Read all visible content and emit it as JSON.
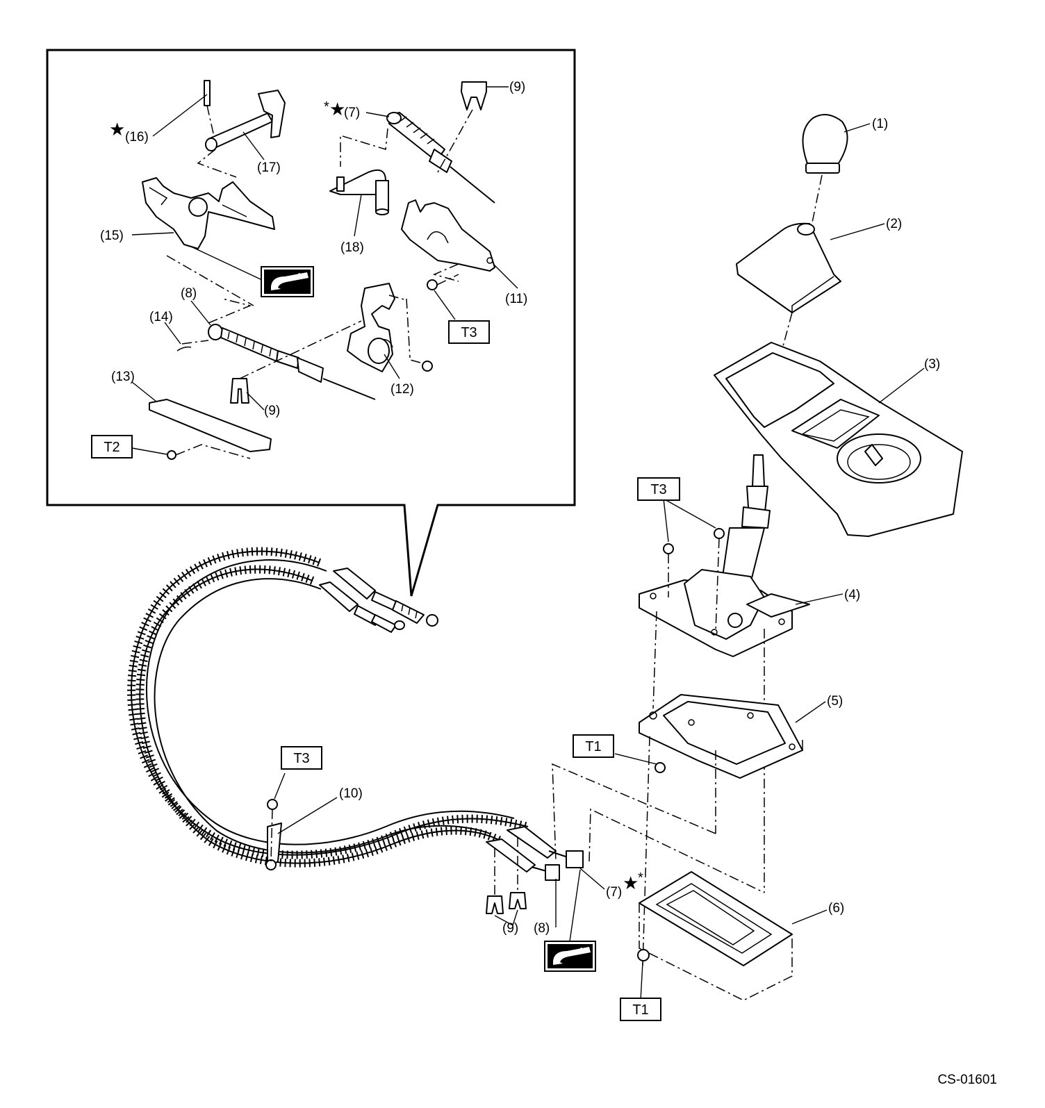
{
  "figure_code": "CS-01601",
  "part_labels": {
    "p1": "(1)",
    "p2": "(2)",
    "p3": "(3)",
    "p4": "(4)",
    "p5": "(5)",
    "p6": "(6)",
    "p7_main": "(7)",
    "p7_inset": "(7)",
    "p8_main": "(8)",
    "p8_inset": "(8)",
    "p9_main": "(9)",
    "p9_inset_top": "(9)",
    "p9_inset_bottom": "(9)",
    "p10": "(10)",
    "p11": "(11)",
    "p12": "(12)",
    "p13": "(13)",
    "p14": "(14)",
    "p15": "(15)",
    "p16": "(16)",
    "p17": "(17)",
    "p18": "(18)"
  },
  "torque_labels": {
    "t1_upper": "T1",
    "t1_lower": "T1",
    "t2_inset": "T2",
    "t3_inset": "T3",
    "t3_upper": "T3",
    "t3_cable": "T3"
  },
  "symbols": {
    "star": "★",
    "asterisk": "*"
  },
  "icons": [
    "grease-apply-icon",
    "grease-apply-icon"
  ]
}
